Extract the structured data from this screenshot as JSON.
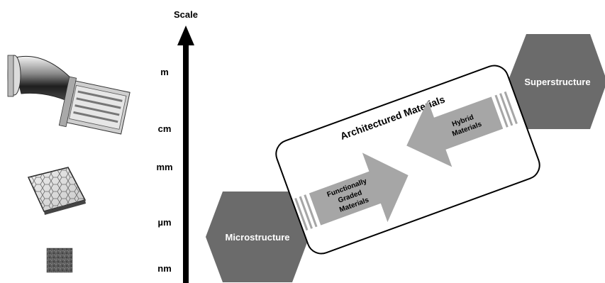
{
  "scale_axis": {
    "title": "Scale",
    "ticks": [
      "m",
      "cm",
      "mm",
      "µm",
      "nm"
    ]
  },
  "concepts": {
    "superstructure": "Superstructure",
    "microstructure": "Microstructure",
    "architectured_materials": "Architectured Materials",
    "functionally_graded": [
      "Functionally",
      "Graded",
      "Materials"
    ],
    "hybrid": [
      "Hybrid",
      "Materials"
    ]
  },
  "illustrations": {
    "large_device": "machine-component-icon",
    "lattice_plate": "honeycomb-plate-icon",
    "nano_texture": "nanostructure-sample-icon"
  },
  "colors": {
    "hexagon": "#6b6b6b",
    "arrow_fill": "#a6a6a6",
    "outline": "#000000",
    "text_light": "#ffffff",
    "text_dark": "#000000"
  }
}
